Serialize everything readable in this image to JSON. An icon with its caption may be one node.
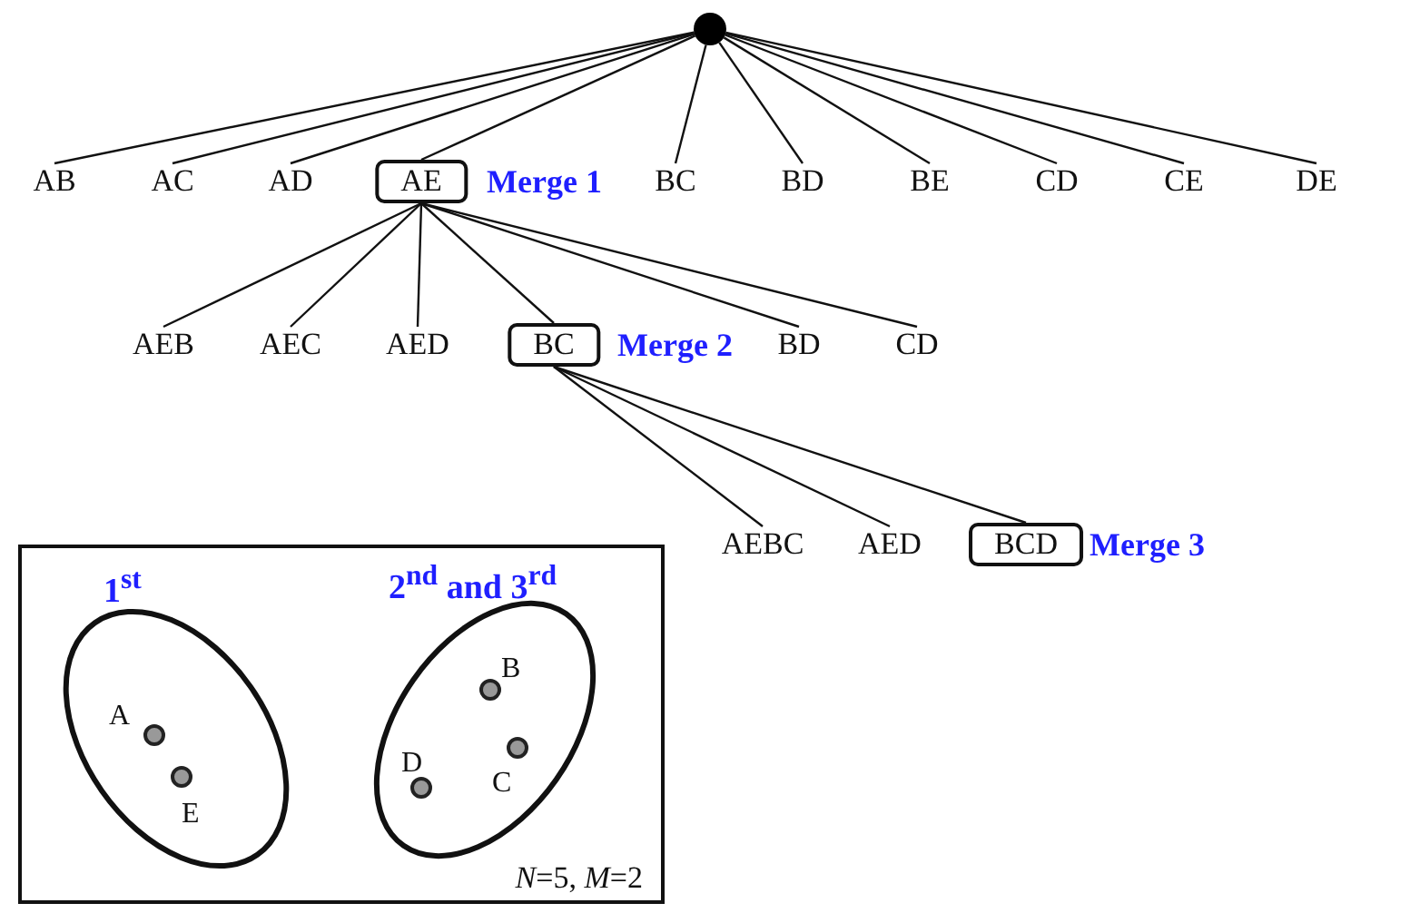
{
  "diagram": {
    "nodes": [
      {
        "text": [],
        "shape": "circle"
      },
      {
        "text": [
          "AB"
        ]
      },
      {
        "text": [
          "AC"
        ]
      },
      {
        "text": [
          "AD"
        ]
      },
      {
        "text": [
          "AE"
        ],
        "beside": [
          "Merge 1"
        ]
      },
      {
        "text": [
          "BC"
        ]
      },
      {
        "text": [
          "BD"
        ]
      },
      {
        "text": [
          "BE"
        ]
      },
      {
        "text": [
          "CD"
        ]
      },
      {
        "text": [
          "CE"
        ]
      },
      {
        "text": [
          "DE"
        ]
      },
      {
        "text": [
          "AEB"
        ]
      },
      {
        "text": [
          "AEC"
        ]
      },
      {
        "text": [
          "AED"
        ]
      },
      {
        "text": [
          "BC"
        ],
        "beside": [
          "Merge 2"
        ]
      },
      {
        "text": [
          "BD"
        ]
      },
      {
        "text": [
          "CD"
        ]
      },
      {
        "text": [
          "AEBC"
        ]
      },
      {
        "text": [
          "AED"
        ]
      },
      {
        "text": [
          "BCD"
        ],
        "beside": [
          "Merge 3"
        ]
      },
      {
        "text": [
          "*N*=5, *M*=2"
        ]
      },
      {
        "text": [
          "1$^{st}$"
        ],
        "in": 20
      },
      {
        "text": [
          "2$^{nd}$ and 3$^{rd}$"
        ],
        "in": 20
      }
    ],
    "edges": [
      {
        "from": 0,
        "to": 1,
        "arrow": "none"
      },
      {
        "from": 0,
        "to": 2,
        "arrow": "none"
      },
      {
        "from": 0,
        "to": 3,
        "arrow": "none"
      },
      {
        "from": 0,
        "to": 4,
        "arrow": "none"
      },
      {
        "from": 0,
        "to": 5,
        "arrow": "none"
      },
      {
        "from": 0,
        "to": 6,
        "arrow": "none"
      },
      {
        "from": 0,
        "to": 7,
        "arrow": "none"
      },
      {
        "from": 0,
        "to": 8,
        "arrow": "none"
      },
      {
        "from": 0,
        "to": 9,
        "arrow": "none"
      },
      {
        "from": 0,
        "to": 10,
        "arrow": "none"
      },
      {
        "from": 4,
        "to": 11,
        "arrow": "none"
      },
      {
        "from": 4,
        "to": 12,
        "arrow": "none"
      },
      {
        "from": 4,
        "to": 13,
        "arrow": "none"
      },
      {
        "from": 4,
        "to": 14,
        "arrow": "none"
      },
      {
        "from": 4,
        "to": 15,
        "arrow": "none"
      },
      {
        "from": 4,
        "to": 16,
        "arrow": "none"
      },
      {
        "from": 14,
        "to": 17,
        "arrow": "none"
      },
      {
        "from": 14,
        "to": 18,
        "arrow": "none"
      },
      {
        "from": 14,
        "to": 19,
        "arrow": "none"
      }
    ],
    "labels": [
      "A",
      "E",
      "B",
      "D",
      "C"
    ]
  }
}
